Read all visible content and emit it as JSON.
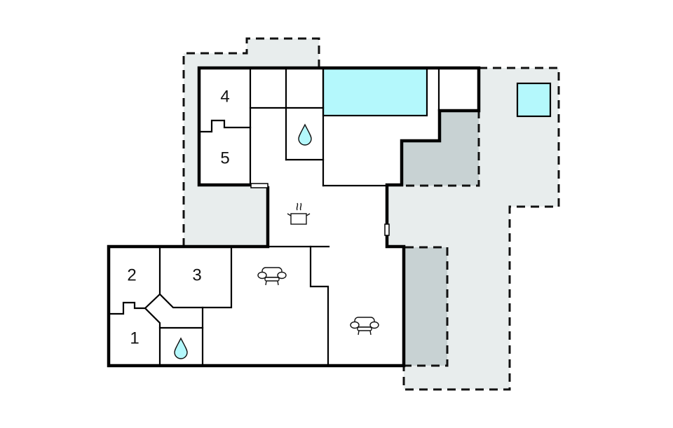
{
  "floorplan": {
    "colors": {
      "terrace": "#e8eded",
      "covered_terrace": "#c8d2d3",
      "pool": "#b4f8fc",
      "wall": "#000000",
      "background": "#ffffff"
    },
    "rooms": [
      {
        "id": "1",
        "label": "1",
        "type": "bedroom"
      },
      {
        "id": "2",
        "label": "2",
        "type": "bedroom"
      },
      {
        "id": "3",
        "label": "3",
        "type": "bedroom"
      },
      {
        "id": "4",
        "label": "4",
        "type": "bedroom"
      },
      {
        "id": "5",
        "label": "5",
        "type": "bedroom"
      }
    ],
    "icons": [
      {
        "name": "bathroom-water-drop-upper",
        "symbol": "water-drop"
      },
      {
        "name": "bathroom-water-drop-lower",
        "symbol": "water-drop"
      },
      {
        "name": "kitchen-pot",
        "symbol": "cooking-pot"
      },
      {
        "name": "living-sofa-left",
        "symbol": "armchair"
      },
      {
        "name": "living-sofa-right",
        "symbol": "armchair"
      }
    ],
    "features": {
      "pool_indoor": "pool",
      "pool_outdoor": "hot-tub",
      "terraces": 3,
      "covered_terraces": 2
    }
  }
}
